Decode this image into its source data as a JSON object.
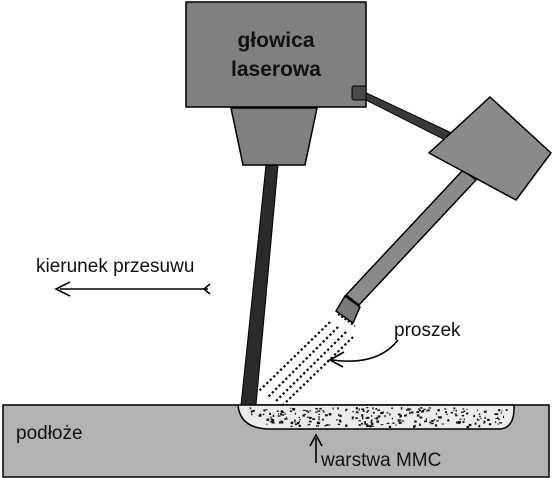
{
  "labels": {
    "head_line1": "głowica",
    "head_line2": "laserowa",
    "direction": "kierunek przesuwu",
    "powder": "proszek",
    "substrate": "podłoże",
    "layer": "warstwa MMC"
  },
  "colors": {
    "background": "#ffffff",
    "head_fill": "#808080",
    "nozzle_fill": "#808080",
    "feeder_fill": "#8a8a8a",
    "beam": "#2a2a2a",
    "substrate_fill": "#b3b3b3",
    "layer_fill": "#ececec",
    "outline": "#000000"
  }
}
